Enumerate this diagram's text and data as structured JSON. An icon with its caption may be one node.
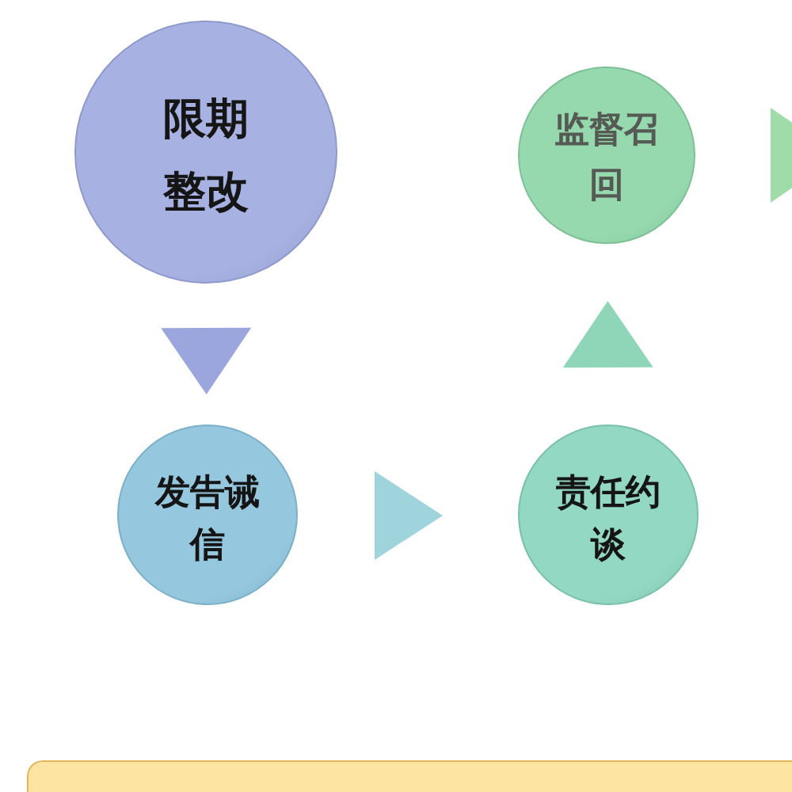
{
  "diagram": {
    "nodes": [
      {
        "text": [
          "限期整改"
        ]
      },
      {
        "text": [
          "监督召回"
        ]
      },
      {
        "text": [
          "发告诫信"
        ]
      },
      {
        "text": [
          "责任约谈"
        ]
      }
    ],
    "edges": [
      {
        "from": 0,
        "to": 2,
        "arrow": "to",
        "color": "#9ca6de"
      },
      {
        "from": 2,
        "to": 3,
        "arrow": "to",
        "color": "#9fd4dd"
      },
      {
        "from": 3,
        "to": 1,
        "arrow": "to",
        "color": "#8fd6b9"
      },
      {
        "from": 1,
        "to": null,
        "arrow": "to",
        "color": "#a0dcaa"
      }
    ]
  }
}
